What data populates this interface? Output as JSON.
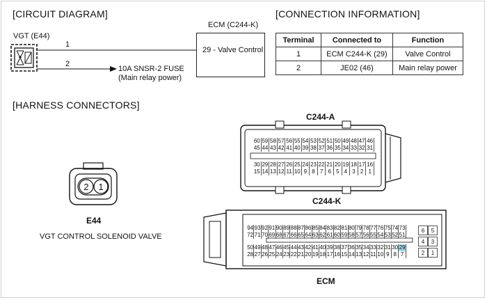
{
  "circuit": {
    "heading": "[CIRCUIT DIAGRAM]",
    "component_label": "VGT (E44)",
    "pin1": "1",
    "pin2": "2",
    "ecm_label": "ECM (C244-K)",
    "ecm_pin_text": "29 - Valve Control",
    "fuse_line1": "10A SNSR-2 FUSE",
    "fuse_line2": "(Main relay power)"
  },
  "connection": {
    "heading": "[CONNECTION INFORMATION]",
    "headers": [
      "Terminal",
      "Connected to",
      "Function"
    ],
    "rows": [
      [
        "1",
        "ECM C244-K (29)",
        "Valve Control"
      ],
      [
        "2",
        "JE02 (46)",
        "Main relay power"
      ]
    ]
  },
  "harness": {
    "heading": "[HARNESS CONNECTORS]",
    "e44_pins": [
      "2",
      "1"
    ],
    "e44_label": "E44",
    "e44_desc": "VGT CONTROL SOLENOID VALVE",
    "c244a_label": "C244-A",
    "c244a_rows": [
      [
        "60",
        "59",
        "58",
        "57",
        "56",
        "55",
        "54",
        "53",
        "52",
        "51",
        "50",
        "49",
        "48",
        "47",
        "46"
      ],
      [
        "45",
        "44",
        "43",
        "42",
        "41",
        "40",
        "39",
        "38",
        "37",
        "36",
        "35",
        "34",
        "33",
        "32",
        "31"
      ],
      [
        "30",
        "29",
        "28",
        "27",
        "26",
        "25",
        "24",
        "23",
        "22",
        "21",
        "20",
        "19",
        "18",
        "17",
        "16"
      ],
      [
        "15",
        "14",
        "13",
        "12",
        "11",
        "10",
        "9",
        "8",
        "7",
        "6",
        "5",
        "4",
        "3",
        "2",
        "1"
      ]
    ],
    "c244k_label": "C244-K",
    "c244k_rows": [
      [
        "94",
        "93",
        "92",
        "91",
        "90",
        "89",
        "88",
        "87",
        "86",
        "85",
        "84",
        "83",
        "82",
        "81",
        "80",
        "79",
        "78",
        "77",
        "76",
        "75",
        "74",
        "73"
      ],
      [
        "72",
        "71",
        "70",
        "69",
        "68",
        "67",
        "66",
        "65",
        "64",
        "63",
        "62",
        "61",
        "60",
        "59",
        "58",
        "57",
        "56",
        "55",
        "54",
        "53",
        "52",
        "51"
      ],
      [
        "50",
        "49",
        "48",
        "47",
        "46",
        "45",
        "44",
        "43",
        "42",
        "41",
        "40",
        "39",
        "38",
        "37",
        "36",
        "35",
        "34",
        "33",
        "32",
        "31",
        "30",
        "29"
      ],
      [
        "28",
        "27",
        "26",
        "25",
        "24",
        "23",
        "22",
        "21",
        "20",
        "19",
        "18",
        "17",
        "16",
        "15",
        "14",
        "13",
        "12",
        "11",
        "10",
        "9",
        "8",
        "7"
      ]
    ],
    "c244k_side": [
      [
        "6",
        "5"
      ],
      [
        "4",
        "3"
      ],
      [
        "2",
        "1"
      ]
    ],
    "highlight_pin": "29",
    "highlight_color": "#9fd4ea",
    "ecm_label": "ECM"
  }
}
